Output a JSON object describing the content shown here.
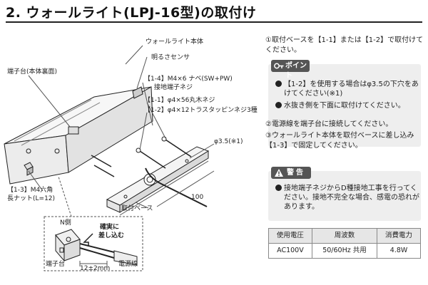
{
  "header": {
    "title": "2. ウォールライト(LPJ-16型)の取付け"
  },
  "diagram": {
    "labels": {
      "body": "ウォールライト本体",
      "sensor": "明るさセンサ",
      "terminal_back": "端子台(本体裏面)",
      "screw_14_a": "【1-4】M4×6 ナベ(SW+PW)",
      "screw_14_b": "接地端子ネジ",
      "screw_11": "【1-1】φ4×56丸木ネジ",
      "screw_12": "【1-2】φ4×12トラスタッピンネジ3種",
      "hole": "φ3.5(※1)",
      "nut_a": "【1-3】M4六角",
      "nut_b": "長ナット(L=12)",
      "dim_100": "100",
      "base": "取付ベース",
      "n_side": "N側",
      "insert_a": "確実に",
      "insert_b": "差し込む",
      "terminal": "端子台",
      "strip": "12±2mm",
      "cable": "電源線"
    }
  },
  "instructions": {
    "step1": {
      "num": "①",
      "text": "取付ベースを【1-1】または【1-2】で取付けてください。"
    },
    "point": {
      "tag": "ポイント",
      "items": [
        "【1-2】を使用する場合はφ3.5の下穴をあけてください(※1)",
        "水抜き側を下面に取付けてください。"
      ]
    },
    "step2": {
      "num": "②",
      "text": "電源線を端子台に接続してください。"
    },
    "step3": {
      "num": "③",
      "text": "ウォールライト本体を取付ベースに差し込み【1-3】で固定してください。"
    },
    "warning": {
      "tag": "警告",
      "text": "接地端子ネジからD種接地工事を行ってください。接地不完全な場合、感電の恐れがあります。"
    }
  },
  "spec_table": {
    "headers": [
      "使用電圧",
      "周波数",
      "消費電力"
    ],
    "row": [
      "AC100V",
      "50/60Hz 共用",
      "4.8W"
    ]
  }
}
